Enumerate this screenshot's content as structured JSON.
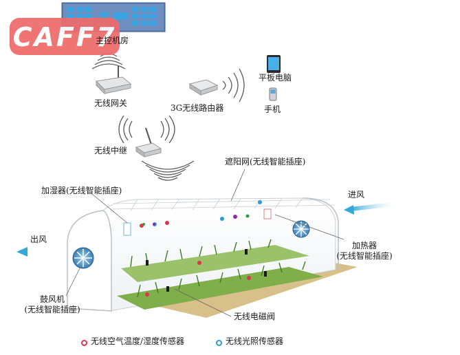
{
  "logo": {
    "text": "CAFF7",
    "color": "#ee6b6b"
  },
  "labels": {
    "control_room": "主控机房",
    "wireless_gateway": "无线网关",
    "router_3g": "3G无线路由器",
    "tablet": "平板电脑",
    "phone": "手机",
    "wireless_relay": "无线中继",
    "shade_net": "遮阳网(无线智能插座)",
    "humidifier": "加湿器(无线智能插座)",
    "air_in": "进风",
    "air_out": "出风",
    "heater_line1": "加热器",
    "heater_line2": "(无线智能插座)",
    "blower_line1": "鼓风机",
    "blower_line2": "(无线智能插座)",
    "solenoid_valve": "无线电磁阀"
  },
  "legend": [
    {
      "label": "无线空气温度/湿度传感器",
      "color": "#e0334a"
    },
    {
      "label": "无线光照传感器",
      "color": "#2a9bd8"
    }
  ],
  "colors": {
    "server": "#5d7fb3",
    "server_window": "#3aa5e0",
    "wifi": "#5a5a5a",
    "arrow": "#33a9d8",
    "ground": "#d8c08a",
    "plants": "#4c9a2a",
    "greenhouse_frame": "#c9cfd4"
  },
  "icons": [
    "server-icon",
    "router-icon",
    "tablet-icon",
    "phone-icon",
    "fan-icon",
    "wifi-icon"
  ]
}
